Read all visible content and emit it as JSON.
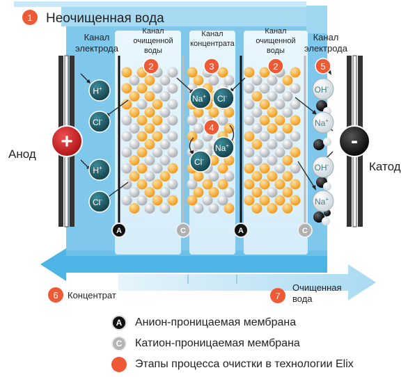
{
  "title": "Неочищенная вода",
  "steps": {
    "s1": "1",
    "s2a": "2",
    "s2b": "2",
    "s3": "3",
    "s4": "4",
    "s5": "5",
    "s6": "6",
    "s7": "7"
  },
  "channels": {
    "electrode_left": [
      "Канал",
      "электрода"
    ],
    "clean_left": [
      "Канал",
      "очищенной",
      "воды"
    ],
    "concentrate": [
      "Канал",
      "концентрата"
    ],
    "clean_right": [
      "Канал",
      "очищенной",
      "воды"
    ],
    "electrode_right": [
      "Канал",
      "электрода"
    ]
  },
  "electrodes": {
    "anode_label": "Анод",
    "cathode_label": "Катод",
    "anode_symbol": "+",
    "cathode_symbol": "-"
  },
  "membrane_letters": {
    "anion": "A",
    "cation": "C"
  },
  "ions": {
    "h": "H",
    "h_sup": "+",
    "cl": "Cl",
    "cl_sup": "-",
    "na": "Na",
    "na_sup": "+",
    "oh": "OH",
    "oh_sup": "-"
  },
  "outputs": {
    "concentrate": "Концентрат",
    "clean_water": [
      "Очищенная",
      "вода"
    ]
  },
  "legend": {
    "anion_membrane": "Анион-проницаемая мембрана",
    "cation_membrane": "Катион-проницаемая мембрана",
    "elix_steps": "Этапы процесса очистки в технологии Elix"
  },
  "colors": {
    "water_blue": "#7ec8ec",
    "light_blue": "#cfeaf8",
    "step_orange": "#ef5a36",
    "ion_teal": "#1f5a66",
    "bead_orange": "#f3a735",
    "bead_gray": "#c9cdd0"
  }
}
